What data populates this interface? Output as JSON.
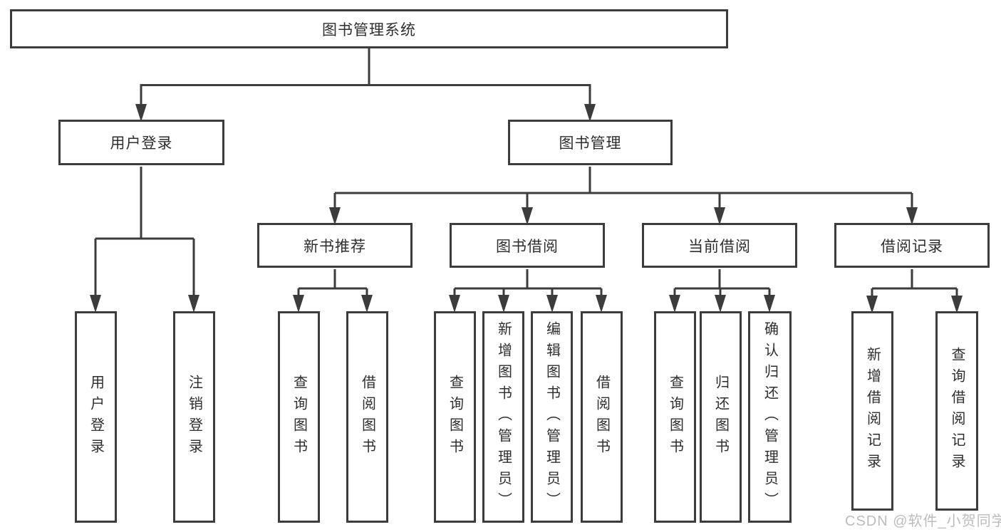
{
  "diagram": {
    "title": "图书管理系统",
    "root": {
      "label": "图书管理系统"
    },
    "level2": {
      "user_login": {
        "label": "用户登录"
      },
      "book_mgmt": {
        "label": "图书管理"
      }
    },
    "level3": {
      "recommend": {
        "label": "新书推荐"
      },
      "borrow": {
        "label": "图书借阅"
      },
      "current": {
        "label": "当前借阅"
      },
      "records": {
        "label": "借阅记录"
      }
    },
    "leaves": {
      "login_user": {
        "label": "用户登录"
      },
      "login_logout": {
        "label": "注销登录"
      },
      "rec_query": {
        "label": "查询图书"
      },
      "rec_borrow": {
        "label": "借阅图书"
      },
      "bor_query": {
        "label": "查询图书"
      },
      "bor_add": {
        "label": "新增图书（管理员）"
      },
      "bor_edit": {
        "label": "编辑图书（管理员）"
      },
      "bor_borrow": {
        "label": "借阅图书"
      },
      "cur_query": {
        "label": "查询图书"
      },
      "cur_return": {
        "label": "归还图书"
      },
      "cur_confirm": {
        "label": "确认归还（管理员）"
      },
      "records_add": {
        "label": "新增借阅记录"
      },
      "records_query": {
        "label": "查询借阅记录"
      }
    }
  },
  "watermark": {
    "text": "CSDN @软件_小贺同学"
  },
  "colors": {
    "line": "#3c3c3c",
    "box_border": "#3c3c3c",
    "text": "#2e2e2e",
    "watermark": "#bcbcbc",
    "background": "#ffffff"
  }
}
